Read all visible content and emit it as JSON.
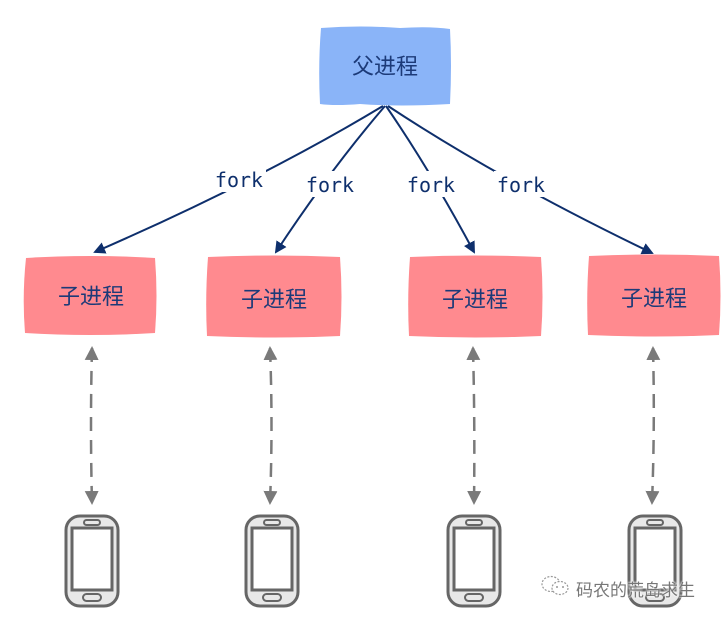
{
  "diagram": {
    "parent": {
      "label": "父进程",
      "color": "#8ab4f8"
    },
    "edge_label": "fork",
    "children": [
      {
        "label": "子进程",
        "color": "#ff8a8f"
      },
      {
        "label": "子进程",
        "color": "#ff8a8f"
      },
      {
        "label": "子进程",
        "color": "#ff8a8f"
      },
      {
        "label": "子进程",
        "color": "#ff8a8f"
      }
    ],
    "fork_labels": [
      "fork",
      "fork",
      "fork",
      "fork"
    ],
    "client_icon": "smartphone-icon",
    "connection_style": "dashed-bidirectional",
    "edge_color": "#0e2f6c",
    "connection_color": "#7a7a7a"
  },
  "watermark": {
    "icon": "wechat-icon",
    "text": "码农的荒岛求生"
  }
}
